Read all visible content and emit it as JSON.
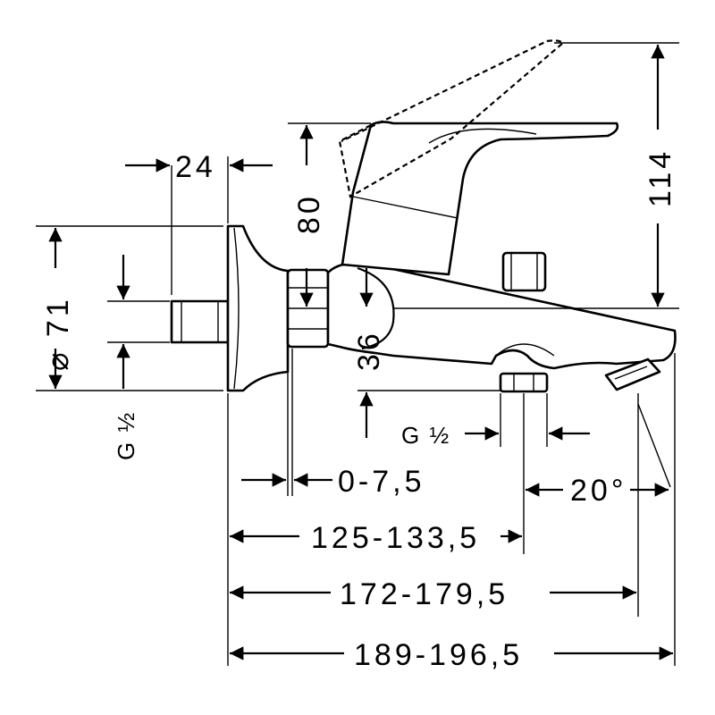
{
  "drawing": {
    "dims": {
      "wall_depth": "24",
      "lever_lift": "80",
      "total_height": "114",
      "flange_diameter": "⌀ 71",
      "inlet_thread": "G ½",
      "spout_to_outlet": "36",
      "outlet_thread": "G ½",
      "adjust_range": "0-7,5",
      "spout_angle": "20°",
      "len_outlet": "125-133,5",
      "len_spout_tip": "172-179,5",
      "len_total": "189-196,5"
    },
    "colors": {
      "line": "#000000",
      "background": "#ffffff"
    }
  }
}
